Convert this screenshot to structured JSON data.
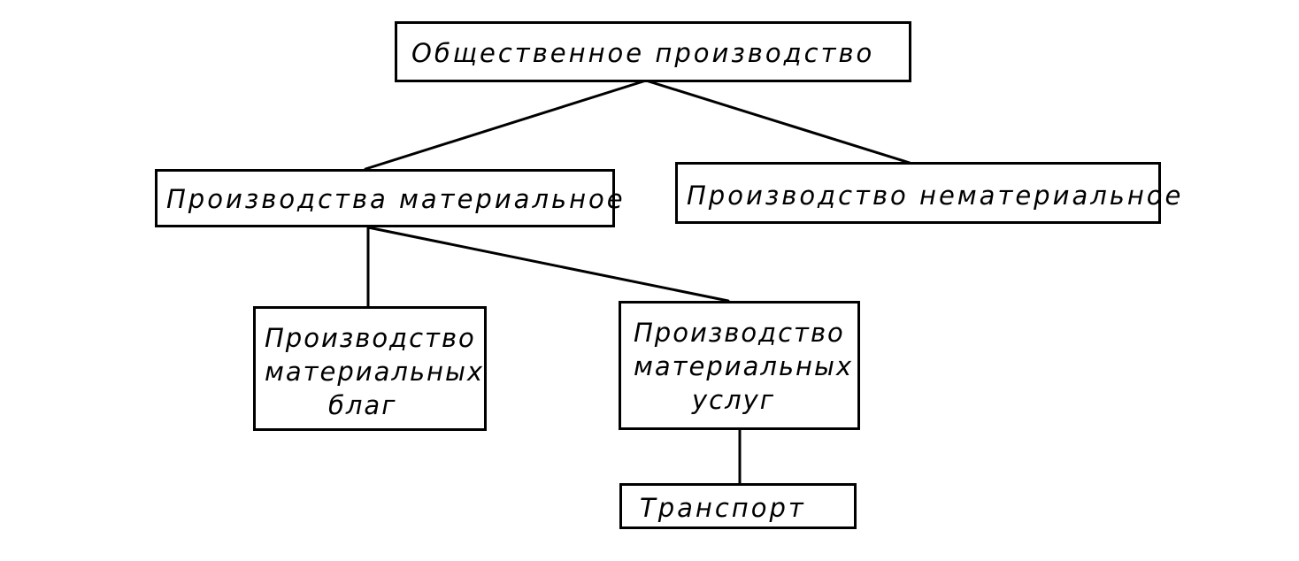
{
  "diagram": {
    "root": {
      "text": "Общественное производство"
    },
    "material": {
      "text": "Производства материальное"
    },
    "nonmaterial": {
      "text": "Производство нематериальное"
    },
    "material_goods": {
      "lines": [
        "Производство",
        "материальных",
        "благ"
      ]
    },
    "material_services": {
      "lines": [
        "Производство",
        "материальных",
        "услуг"
      ]
    },
    "transport": {
      "text": "Транспорт"
    }
  }
}
